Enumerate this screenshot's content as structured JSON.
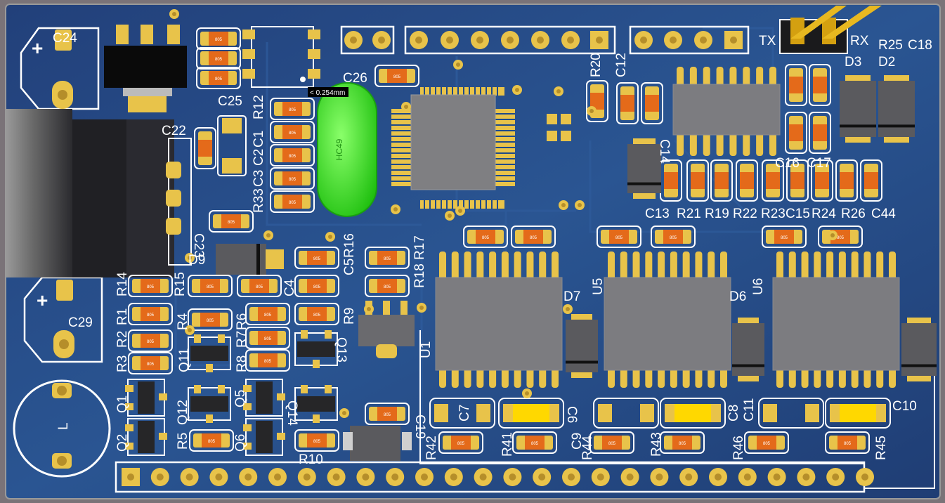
{
  "tooltip": "< 0.254mm",
  "crystal_label": "HC49",
  "pad_label": "805",
  "designators": {
    "C24": "C24",
    "C25": "C25",
    "C26": "C26",
    "C22": "C22",
    "C23": "C23",
    "C29": "C29",
    "C1": "C1",
    "C2": "C2",
    "C3": "C3",
    "R33": "R33",
    "R12": "R12",
    "R20": "R20",
    "C12": "C12",
    "TX": "TX",
    "RX": "RX",
    "R25": "R25",
    "C18": "C18",
    "D3": "D3",
    "D2": "D2",
    "C16": "C16",
    "C17": "C17",
    "C14": "C14",
    "C13": "C13",
    "R21": "R21",
    "R19": "R19",
    "R22": "R22",
    "R23": "R23",
    "C15": "C15",
    "R24": "R24",
    "R26": "R26",
    "C44": "C44",
    "D9": "D9",
    "R14": "R14",
    "R15": "R15",
    "C4": "C4",
    "C5": "C5",
    "R16": "R16",
    "R17": "R17",
    "R18": "R18",
    "R1": "R1",
    "R2": "R2",
    "R3": "R3",
    "R4": "R4",
    "R6": "R6",
    "R7": "R7",
    "R8": "R8",
    "R9": "R9",
    "Q11": "Q11",
    "Q13": "Q13",
    "Q1": "Q1",
    "Q2": "Q2",
    "Q12": "Q12",
    "Q5": "Q5",
    "Q6": "Q6",
    "Q14": "Q14",
    "R5": "R5",
    "R10": "R10",
    "C19": "C19",
    "U1": "U1",
    "U5": "U5",
    "U6": "U6",
    "D7": "D7",
    "D6": "D6",
    "C7": "C7",
    "C6": "C6",
    "C8": "C8",
    "C9": "C9",
    "C11": "C11",
    "C10": "C10",
    "R41": "R41",
    "R42": "R42",
    "R43": "R43",
    "R44": "R44",
    "R45": "R45",
    "R46": "R46",
    "L": "L",
    "plus": "+"
  }
}
